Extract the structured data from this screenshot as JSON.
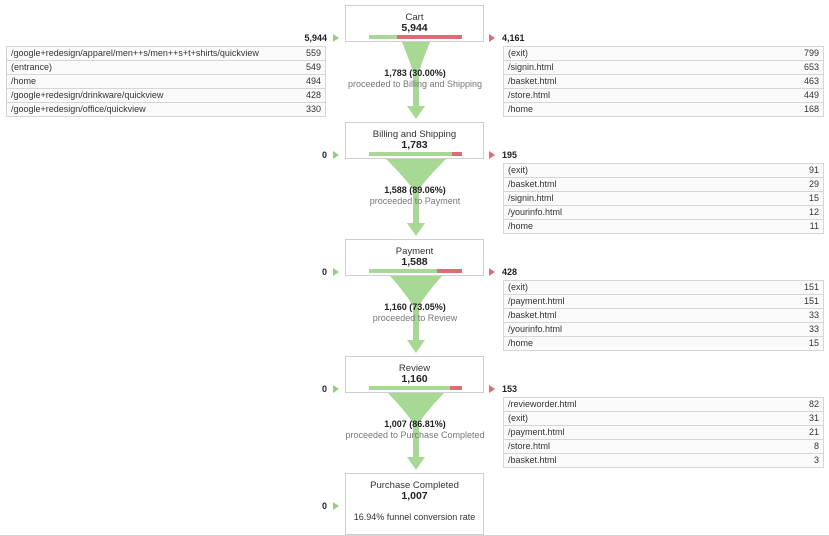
{
  "steps": [
    {
      "name": "Cart",
      "count": "5,944",
      "entry": "5,944",
      "exit": "4,161",
      "green": 0.3,
      "red": 0.7,
      "proceed_pct": "1,783 (30.00%)",
      "proceed_to": "proceeded to Billing and Shipping"
    },
    {
      "name": "Billing and Shipping",
      "count": "1,783",
      "entry": "0",
      "exit": "195",
      "green": 0.89,
      "red": 0.11,
      "proceed_pct": "1,588 (89.06%)",
      "proceed_to": "proceeded to Payment"
    },
    {
      "name": "Payment",
      "count": "1,588",
      "entry": "0",
      "exit": "428",
      "green": 0.73,
      "red": 0.27,
      "proceed_pct": "1,160 (73.05%)",
      "proceed_to": "proceeded to Review"
    },
    {
      "name": "Review",
      "count": "1,160",
      "entry": "0",
      "exit": "153",
      "green": 0.87,
      "red": 0.13,
      "proceed_pct": "1,007 (86.81%)",
      "proceed_to": "proceeded to Purchase Completed"
    },
    {
      "name": "Purchase Completed",
      "count": "1,007",
      "entry": "0",
      "conversion": "16.94% funnel conversion rate"
    }
  ],
  "entrances": [
    {
      "label": "/google+redesign/apparel/men++s/men++s+t+shirts/quickview",
      "value": "559"
    },
    {
      "label": "(entrance)",
      "value": "549"
    },
    {
      "label": "/home",
      "value": "494"
    },
    {
      "label": "/google+redesign/drinkware/quickview",
      "value": "428"
    },
    {
      "label": "/google+redesign/office/quickview",
      "value": "330"
    }
  ],
  "exits": [
    [
      {
        "label": "(exit)",
        "value": "799"
      },
      {
        "label": "/signin.html",
        "value": "653"
      },
      {
        "label": "/basket.html",
        "value": "463"
      },
      {
        "label": "/store.html",
        "value": "449"
      },
      {
        "label": "/home",
        "value": "168"
      }
    ],
    [
      {
        "label": "(exit)",
        "value": "91"
      },
      {
        "label": "/basket.html",
        "value": "29"
      },
      {
        "label": "/signin.html",
        "value": "15"
      },
      {
        "label": "/yourinfo.html",
        "value": "12"
      },
      {
        "label": "/home",
        "value": "11"
      }
    ],
    [
      {
        "label": "(exit)",
        "value": "151"
      },
      {
        "label": "/payment.html",
        "value": "151"
      },
      {
        "label": "/basket.html",
        "value": "33"
      },
      {
        "label": "/yourinfo.html",
        "value": "33"
      },
      {
        "label": "/home",
        "value": "15"
      }
    ],
    [
      {
        "label": "/revieworder.html",
        "value": "82"
      },
      {
        "label": "(exit)",
        "value": "31"
      },
      {
        "label": "/payment.html",
        "value": "21"
      },
      {
        "label": "/store.html",
        "value": "8"
      },
      {
        "label": "/basket.html",
        "value": "3"
      }
    ]
  ],
  "colors": {
    "green": "#a8d994",
    "red": "#d96e74",
    "border": "#cfcfcf"
  }
}
